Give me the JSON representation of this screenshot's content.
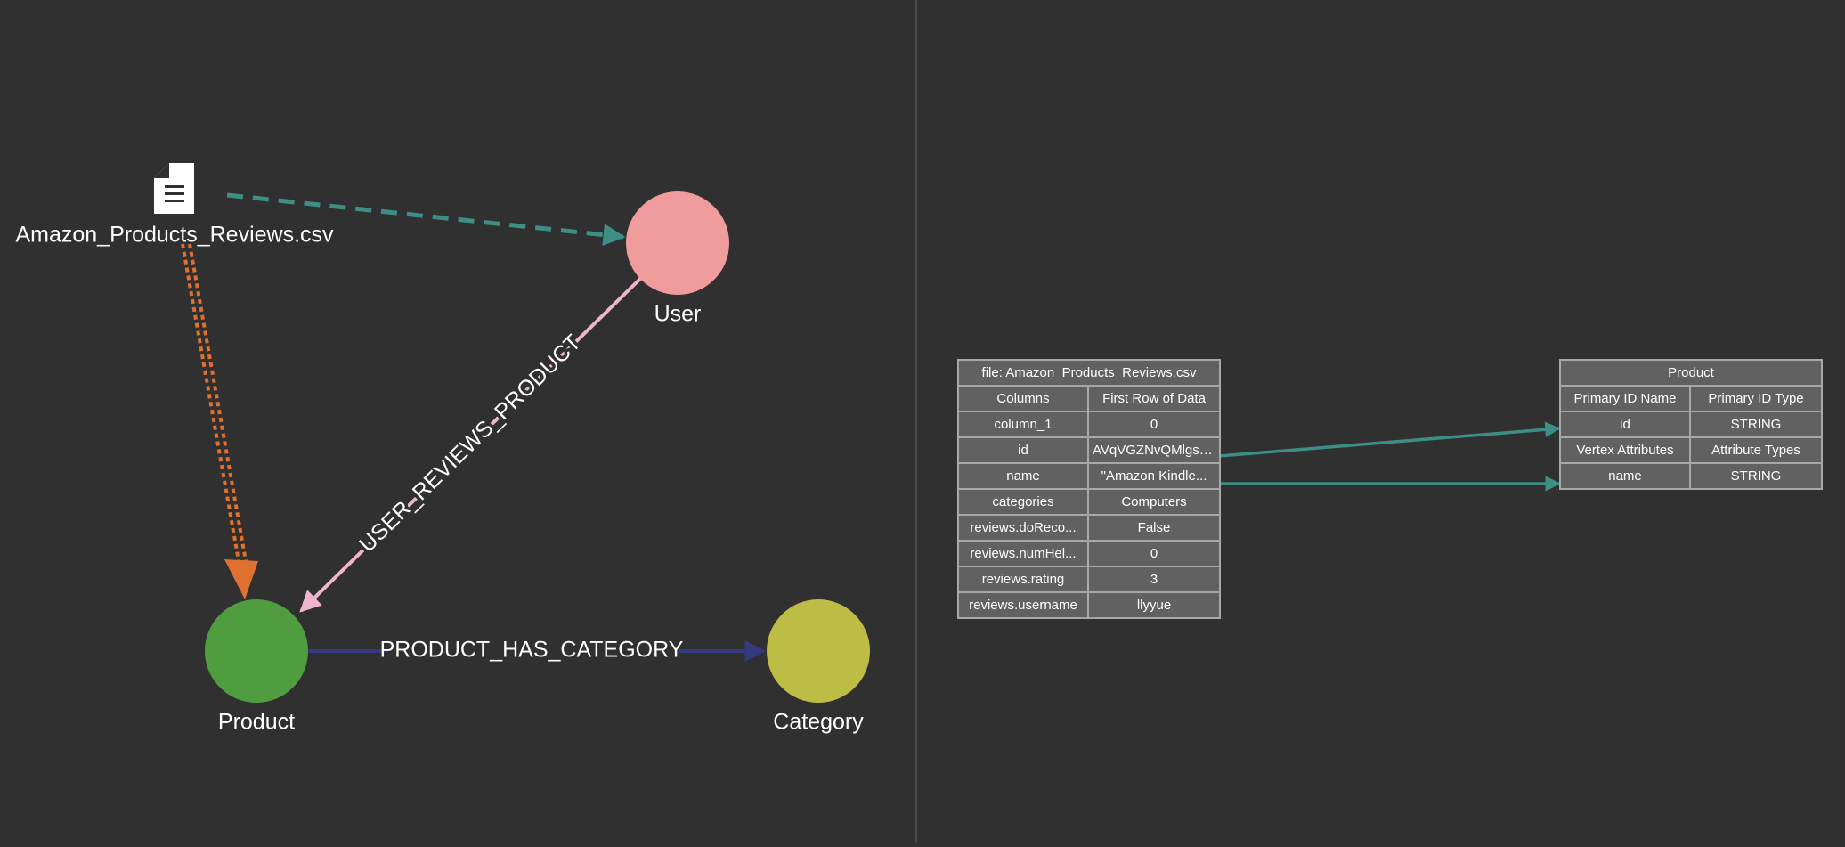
{
  "graph": {
    "file_node": {
      "label": "Amazon_Products_Reviews.csv",
      "icon": "file-document-icon"
    },
    "vertices": [
      {
        "id": "user",
        "label": "User",
        "color": "#f09c9c"
      },
      {
        "id": "product",
        "label": "Product",
        "color": "#4f9d3f"
      },
      {
        "id": "category",
        "label": "Category",
        "color": "#bdbd45"
      }
    ],
    "edges": [
      {
        "id": "user_reviews_product",
        "label": "USER_REVIEWS_PRODUCT",
        "color": "#f0b4cc"
      },
      {
        "id": "product_has_category",
        "label": "PRODUCT_HAS_CATEGORY",
        "color": "#333a80"
      }
    ],
    "mapping_links": [
      {
        "from": "file",
        "to": "user",
        "color": "#3d8f85",
        "style": "dashed"
      },
      {
        "from": "file",
        "to": "product",
        "color": "#e07030",
        "style": "dotted"
      }
    ]
  },
  "file_table": {
    "title": "file: Amazon_Products_Reviews.csv",
    "headers": [
      "Columns",
      "First Row of Data"
    ],
    "rows": [
      [
        "column_1",
        "0"
      ],
      [
        "id",
        "AVqVGZNvQMlgsO..."
      ],
      [
        "name",
        "\"Amazon Kindle..."
      ],
      [
        "categories",
        "Computers"
      ],
      [
        "reviews.doReco...",
        "False"
      ],
      [
        "reviews.numHel...",
        "0"
      ],
      [
        "reviews.rating",
        "3"
      ],
      [
        "reviews.username",
        "llyyue"
      ]
    ]
  },
  "vertex_table": {
    "title": "Product",
    "id_headers": [
      "Primary ID Name",
      "Primary ID Type"
    ],
    "id_row": [
      "id",
      "STRING"
    ],
    "attr_headers": [
      "Vertex Attributes",
      "Attribute Types"
    ],
    "attr_rows": [
      [
        "name",
        "STRING"
      ]
    ]
  },
  "colors": {
    "background": "#303030",
    "table_fill": "#616161",
    "table_border": "#a8a8a8",
    "mapping_arrow": "#3d8f85"
  }
}
